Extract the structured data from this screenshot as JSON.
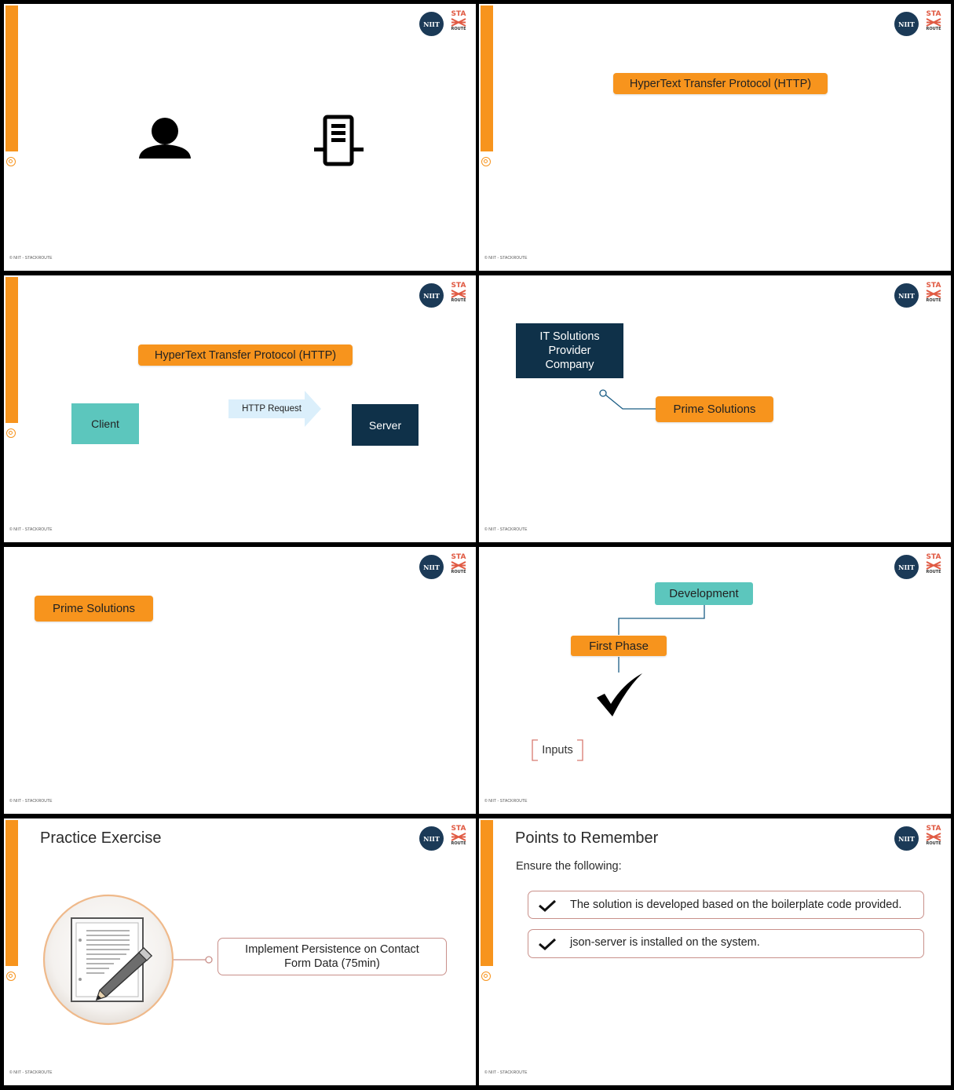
{
  "branding": {
    "niit_logo_text": "NIIT",
    "sta_logo_top": "STA",
    "sta_logo_bottom": "ROUTE",
    "copyright": "© NIIT - STACKROUTE",
    "colors": {
      "orange": "#f7941d",
      "navy": "#0f3149",
      "teal": "#5cc6bd",
      "logo_navy": "#1b3a57",
      "logo_red": "#e05a43"
    }
  },
  "slides": [
    {
      "icons": [
        "user-icon",
        "server-icon"
      ]
    },
    {
      "pill_label": "HyperText Transfer Protocol (HTTP)"
    },
    {
      "pill_label": "HyperText Transfer Protocol (HTTP)",
      "client_label": "Client",
      "arrow_label": "HTTP Request",
      "server_label": "Server"
    },
    {
      "company_lines": [
        "IT Solutions",
        "Provider",
        "Company"
      ],
      "name_label": "Prime Solutions"
    },
    {
      "name_label": "Prime Solutions"
    },
    {
      "development_label": "Development",
      "phase_label": "First Phase",
      "inputs_label": "Inputs",
      "icons": [
        "checkmark-icon"
      ]
    },
    {
      "title": "Practice Exercise",
      "exercise_lines": [
        "Implement Persistence on Contact",
        "Form Data (75min)"
      ],
      "icons": [
        "notepad-pencil-icon"
      ]
    },
    {
      "title": "Points to Remember",
      "subtitle": "Ensure the following:",
      "points": [
        "The solution is developed based on the boilerplate code provided.",
        "json-server is installed on the system."
      ]
    }
  ]
}
